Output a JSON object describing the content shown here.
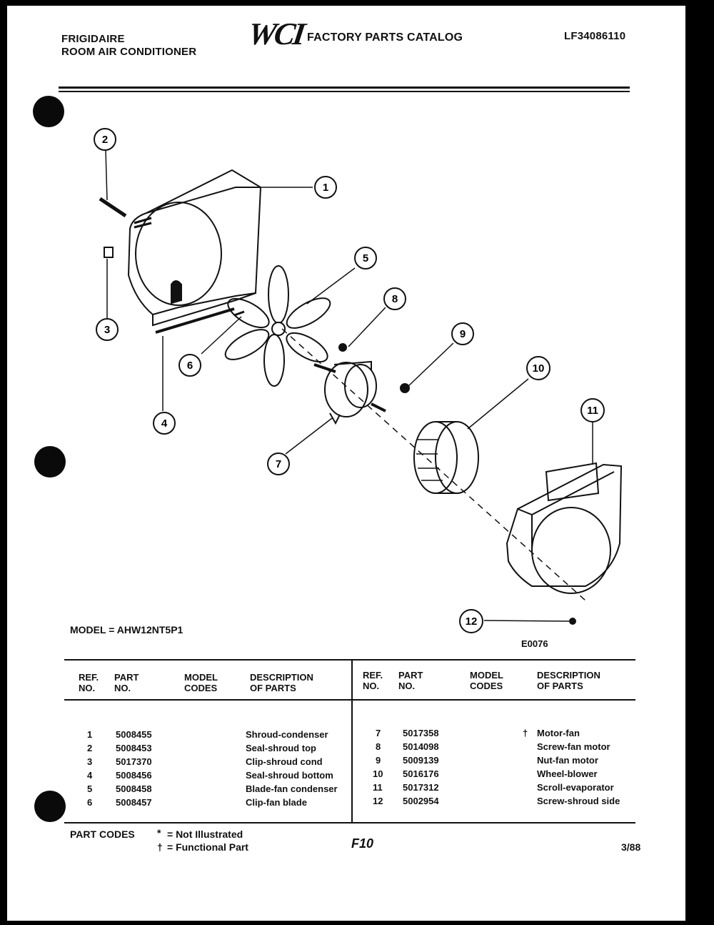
{
  "header": {
    "brand": "FRIGIDAIRE",
    "product": "ROOM AIR CONDITIONER",
    "logo": "WCI",
    "catalog_title": "FACTORY PARTS CATALOG",
    "catalog_number": "LF34086110"
  },
  "diagram": {
    "callouts": [
      "1",
      "2",
      "3",
      "4",
      "5",
      "6",
      "7",
      "8",
      "9",
      "10",
      "11",
      "12"
    ]
  },
  "model_line": "MODEL = AHW12NT5P1",
  "drawing_code": "E0076",
  "table": {
    "headers": {
      "ref_no": [
        "REF.",
        "NO."
      ],
      "part_no": [
        "PART",
        "NO."
      ],
      "model_codes": [
        "MODEL",
        "CODES"
      ],
      "description": [
        "DESCRIPTION",
        "OF PARTS"
      ]
    },
    "left_rows": [
      {
        "ref": "1",
        "part": "5008455",
        "code": "",
        "desc": "Shroud-condenser"
      },
      {
        "ref": "2",
        "part": "5008453",
        "code": "",
        "desc": "Seal-shroud top"
      },
      {
        "ref": "3",
        "part": "5017370",
        "code": "",
        "desc": "Clip-shroud cond"
      },
      {
        "ref": "4",
        "part": "5008456",
        "code": "",
        "desc": "Seal-shroud bottom"
      },
      {
        "ref": "5",
        "part": "5008458",
        "code": "",
        "desc": "Blade-fan condenser"
      },
      {
        "ref": "6",
        "part": "5008457",
        "code": "",
        "desc": "Clip-fan blade"
      }
    ],
    "right_rows": [
      {
        "ref": "7",
        "part": "5017358",
        "code": "†",
        "desc": "Motor-fan"
      },
      {
        "ref": "8",
        "part": "5014098",
        "code": "",
        "desc": "Screw-fan motor"
      },
      {
        "ref": "9",
        "part": "5009139",
        "code": "",
        "desc": "Nut-fan motor"
      },
      {
        "ref": "10",
        "part": "5016176",
        "code": "",
        "desc": "Wheel-blower"
      },
      {
        "ref": "11",
        "part": "5017312",
        "code": "",
        "desc": "Scroll-evaporator"
      },
      {
        "ref": "12",
        "part": "5002954",
        "code": "",
        "desc": "Screw-shroud side"
      }
    ]
  },
  "footer": {
    "part_codes_label": "PART CODES",
    "code1_symbol": "*",
    "code1_text": "= Not Illustrated",
    "code2_symbol": "†",
    "code2_text": "= Functional Part",
    "page_code": "F10",
    "date": "3/88"
  }
}
